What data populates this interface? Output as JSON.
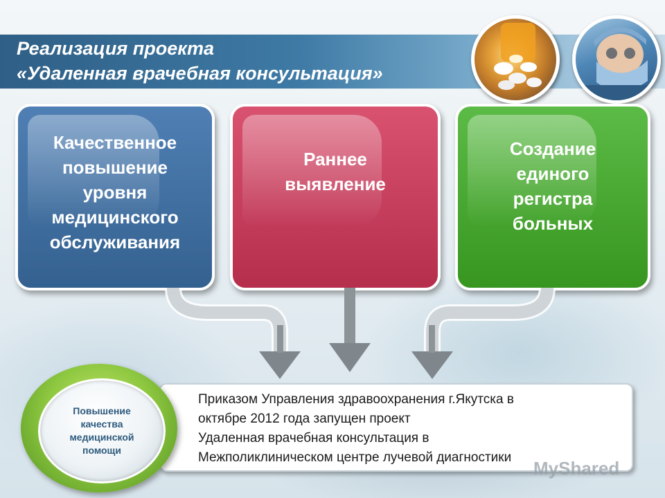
{
  "title": {
    "line1": "Реализация проекта",
    "line2": "«Удаленная врачебная консультация»"
  },
  "cards": {
    "quality": "Качественное\nповышение\nуровня\nмедицинского\nобслуживания",
    "early": "Раннее\nвыявление",
    "registry": "Создание\nединого\nрегистра\nбольных"
  },
  "info_text": "Приказом Управления здравоохранения г.Якутска в\nоктябре 2012 года запущен проект\nУдаленная врачебная консультация в\nМежполиклиническом центре лучевой диагностики",
  "badge_text": "Повышение\nкачества\nмедицинской\nпомощи",
  "watermark": "MyShared",
  "colors": {
    "card_blue": "#3e6d9f",
    "card_red": "#c43d5c",
    "card_green": "#4aa832",
    "badge_green": "#8cc63f",
    "header": "#3e7aa5"
  },
  "icons": [
    "pills-photo",
    "doctor-photo"
  ]
}
